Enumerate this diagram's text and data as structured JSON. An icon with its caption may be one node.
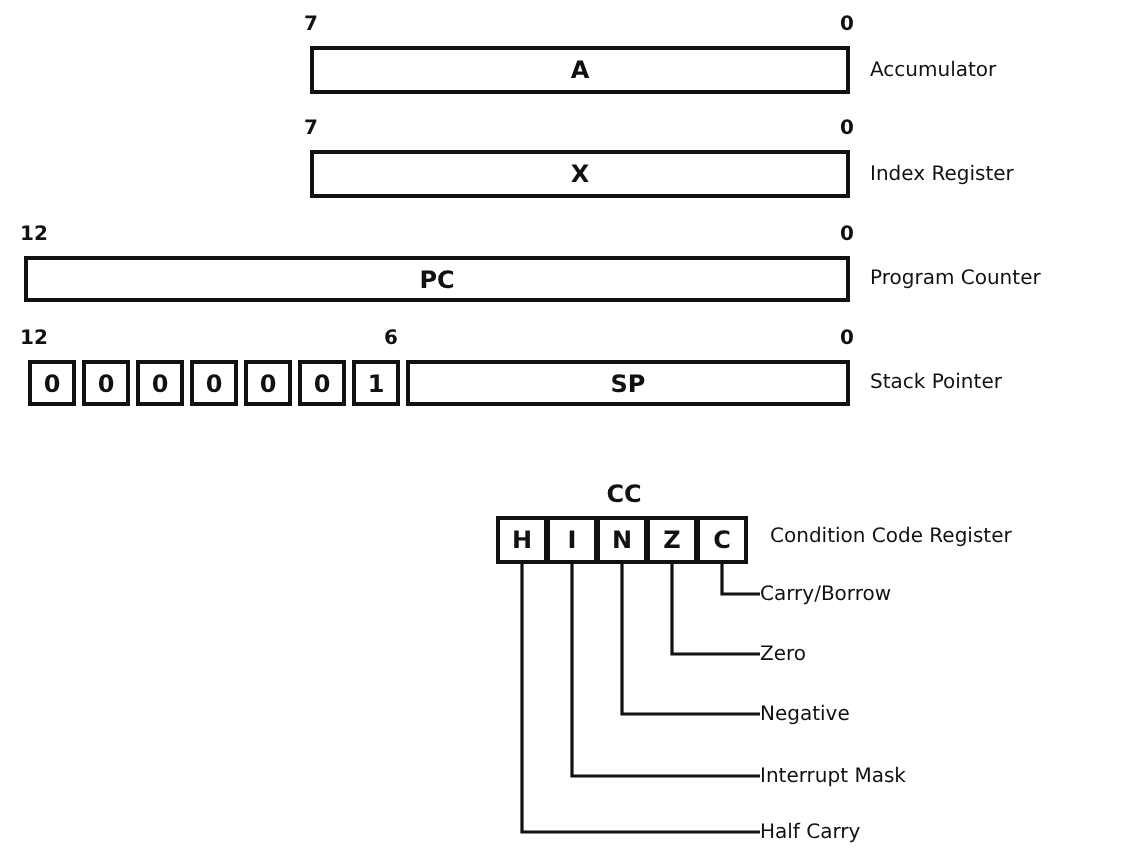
{
  "diagram": {
    "nodes": [
      {
        "text": [
          "A"
        ],
        "beside": [
          "Accumulator"
        ]
      },
      {
        "text": [
          "X"
        ],
        "beside": [
          "Index Register"
        ]
      },
      {
        "text": [
          "PC"
        ],
        "beside": [
          "Program Counter"
        ]
      },
      {
        "text": [
          "0"
        ]
      },
      {
        "text": [
          "0"
        ]
      },
      {
        "text": [
          "0"
        ]
      },
      {
        "text": [
          "0"
        ]
      },
      {
        "text": [
          "0"
        ]
      },
      {
        "text": [
          "0"
        ]
      },
      {
        "text": [
          "1"
        ]
      },
      {
        "text": [
          "SP"
        ],
        "beside": [
          "Stack Pointer"
        ]
      },
      {
        "text": [
          "CC"
        ],
        "beside": [
          "Condition Code Register"
        ]
      },
      {
        "text": [
          "H"
        ],
        "in": 11
      },
      {
        "text": [
          "I"
        ],
        "in": 11
      },
      {
        "text": [
          "N"
        ],
        "in": 11
      },
      {
        "text": [
          "Z"
        ],
        "in": 11
      },
      {
        "text": [
          "C"
        ],
        "in": 11
      },
      {
        "text": [
          "Carry/Borrow"
        ]
      },
      {
        "text": [
          "Zero"
        ]
      },
      {
        "text": [
          "Negative"
        ]
      },
      {
        "text": [
          "Interrupt Mask"
        ]
      },
      {
        "text": [
          "Half Carry"
        ]
      }
    ],
    "edges": [
      {
        "from": 16,
        "to": 17,
        "arrow": "none"
      },
      {
        "from": 15,
        "to": 18,
        "arrow": "none"
      },
      {
        "from": 14,
        "to": 19,
        "arrow": "none"
      },
      {
        "from": 13,
        "to": 20,
        "arrow": "none"
      },
      {
        "from": 12,
        "to": 21,
        "arrow": "none"
      }
    ],
    "labels": [
      "7",
      "0",
      "7",
      "0",
      "12",
      "0",
      "12",
      "6",
      "0"
    ]
  }
}
